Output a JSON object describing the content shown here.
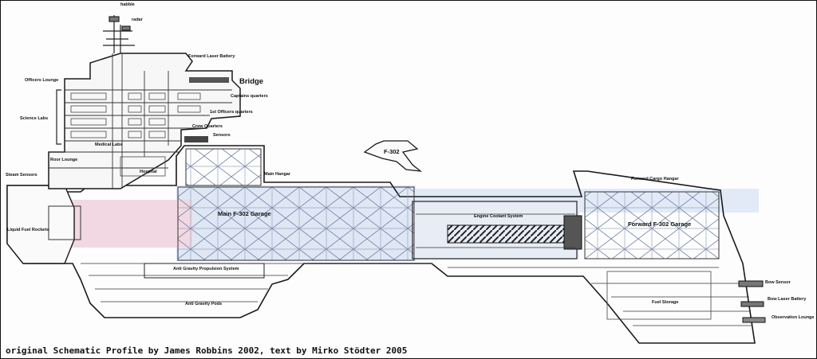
{
  "labels": {
    "habble": "habble",
    "radar": "radar",
    "forward_laser_battery": "Forward Laser Battery",
    "bridge": "Bridge",
    "officers_lounge": "Officers Lounge",
    "captains_quarters": "Captains quarters",
    "science_labs": "Science Labs",
    "first_officers_quarters": "1st Officers quarters",
    "crew_quarters": "Crew Quarters",
    "sensors": "Sensors",
    "medical_labs": "Medical Labs",
    "roor_lounge": "Roor Lounge",
    "steam_sensors": "Steam Sensors",
    "hospital": "Hospital",
    "main_hangar": "Main Hangar",
    "f302": "F-302",
    "forward_cargo_hangar": "Forward Cargo Hangar",
    "main_garage": "Main F-302 Garage",
    "engine_coolant": "Engine Coolant System",
    "forward_garage": "Forward F-302 Garage",
    "liquid_fuel_rockets": "Liquid Fuel Rockets",
    "anti_gravity_propulsion": "Anti Gravity Propulsion System",
    "anti_gravity_pods": "Anti Gravity Pods",
    "fuel_storage": "Fuel Storage",
    "bow_sensor": "Bow Sensor",
    "bow_laser_battery": "Bow Laser Battery",
    "observation_lounge": "Observation Lounge"
  },
  "credit": "original Schematic Profile by James Robbins 2002, text by Mirko Stödter 2005",
  "colors": {
    "line": "#1a1a1a",
    "blue_tint": "#d9e3f3",
    "pink_tint": "#efd3de",
    "dark_grid": "#3a3a3a"
  }
}
